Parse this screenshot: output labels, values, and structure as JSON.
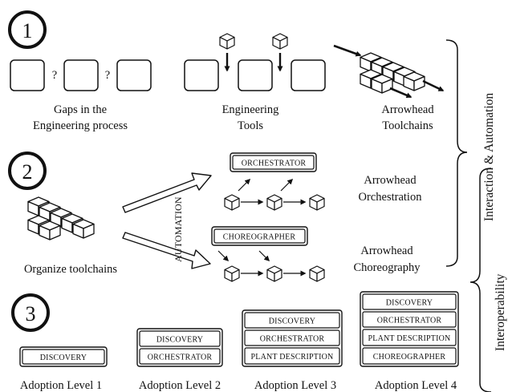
{
  "sections": {
    "one": {
      "number": "1",
      "gaps": {
        "mark_1": "?",
        "mark_2": "?",
        "caption_line1": "Gaps in the",
        "caption_line2": "Engineering process"
      },
      "tools": {
        "caption_line1": "Engineering",
        "caption_line2": "Tools"
      },
      "toolchains": {
        "caption_line1": "Arrowhead",
        "caption_line2": "Toolchains"
      }
    },
    "two": {
      "number": "2",
      "organize_caption": "Organize toolchains",
      "automation_label": "AUTOMATION",
      "orchestrator_box": "ORCHESTRATOR",
      "choreographer_box": "CHOREOGRAPHER",
      "orchestration": {
        "line1": "Arrowhead",
        "line2": "Orchestration"
      },
      "choreography": {
        "line1": "Arrowhead",
        "line2": "Choreography"
      }
    },
    "three": {
      "number": "3",
      "levels": [
        {
          "caption": "Adoption Level 1",
          "boxes": [
            "DISCOVERY"
          ]
        },
        {
          "caption": "Adoption Level 2",
          "boxes": [
            "DISCOVERY",
            "ORCHESTRATOR"
          ]
        },
        {
          "caption": "Adoption Level 3",
          "boxes": [
            "DISCOVERY",
            "ORCHESTRATOR",
            "PLANT DESCRIPTION"
          ]
        },
        {
          "caption": "Adoption Level 4",
          "boxes": [
            "DISCOVERY",
            "ORCHESTRATOR",
            "PLANT DESCRIPTION",
            "CHOREOGRAPHER"
          ]
        }
      ]
    }
  },
  "side_labels": {
    "interaction_automation": "Interaction & Automation",
    "interoperability": "Interoperability"
  }
}
